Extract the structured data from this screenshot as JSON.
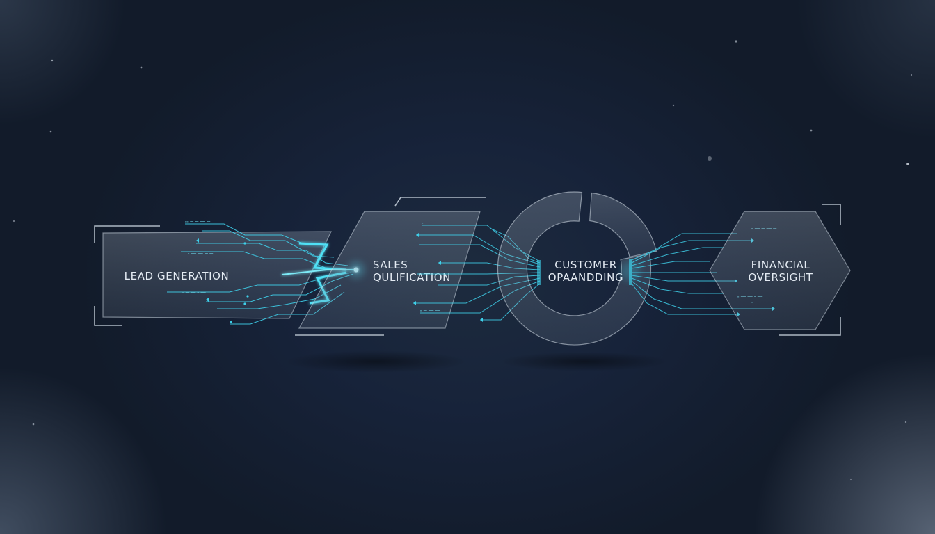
{
  "stages": [
    {
      "id": "lead-generation",
      "lines": [
        "LEAD GENERATION"
      ]
    },
    {
      "id": "sales-qualification",
      "lines": [
        "SALES",
        "QULIFICATION"
      ]
    },
    {
      "id": "customer-onboarding",
      "lines": [
        "CUSTOMER",
        "OPAANDDING"
      ]
    },
    {
      "id": "financial-oversight",
      "lines": [
        "FINANCIAL",
        "OVERSIGHT"
      ]
    }
  ],
  "colors": {
    "accent": "#3fd0ea",
    "panel_fill": "#8e9aa8",
    "panel_stroke": "#c9d3de",
    "text": "#e4ebf3",
    "background": "#15202f"
  }
}
